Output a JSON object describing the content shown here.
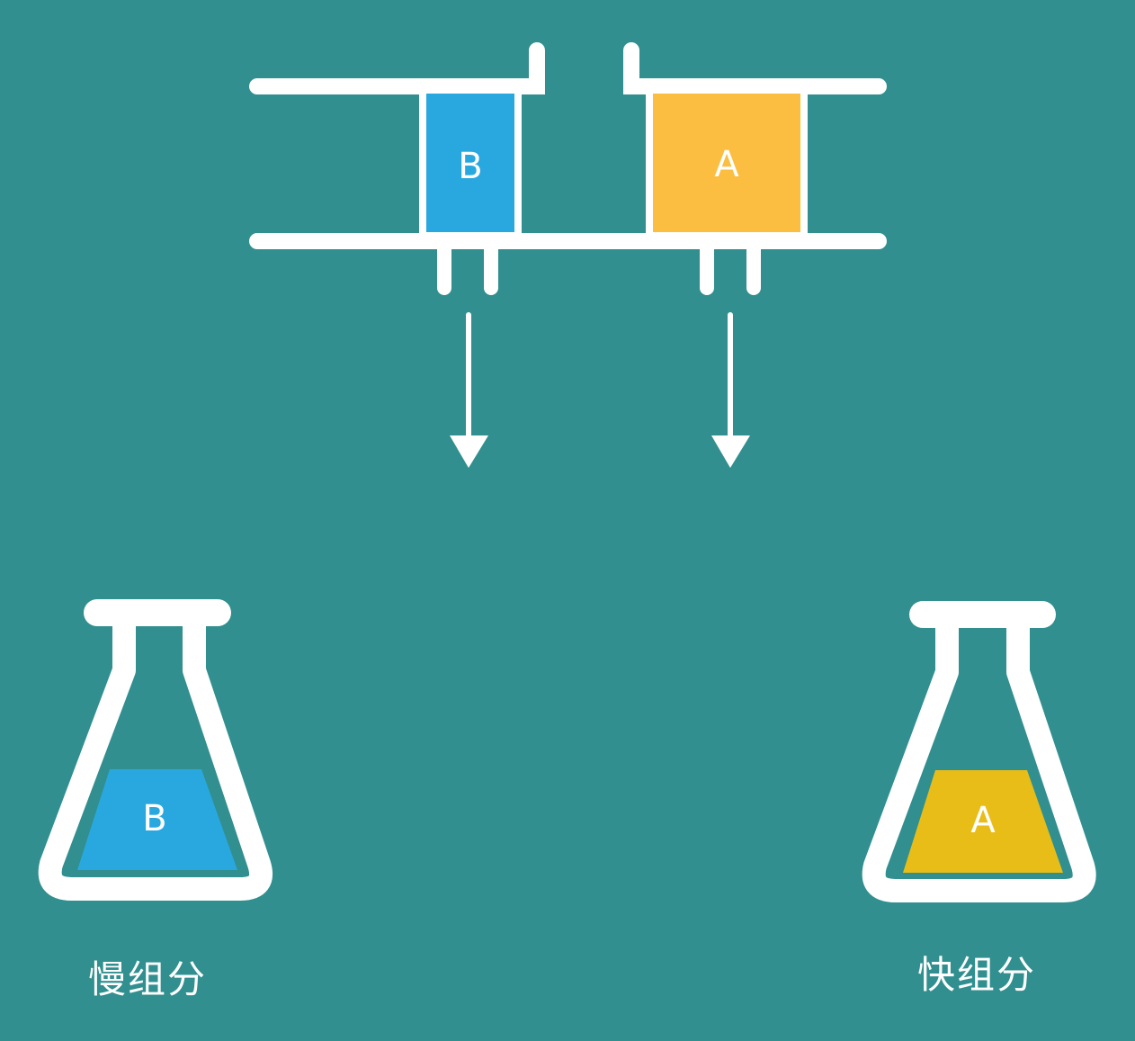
{
  "colors": {
    "background": "#318f8f",
    "line": "#ffffff",
    "component_b": "#29a8e0",
    "component_a_column": "#fbbe40",
    "component_a_flask": "#e9bd17"
  },
  "column": {
    "band_b_label": "B",
    "band_a_label": "A"
  },
  "flasks": {
    "left": {
      "label": "B",
      "caption": "慢组分"
    },
    "right": {
      "label": "A",
      "caption": "快组分"
    }
  }
}
